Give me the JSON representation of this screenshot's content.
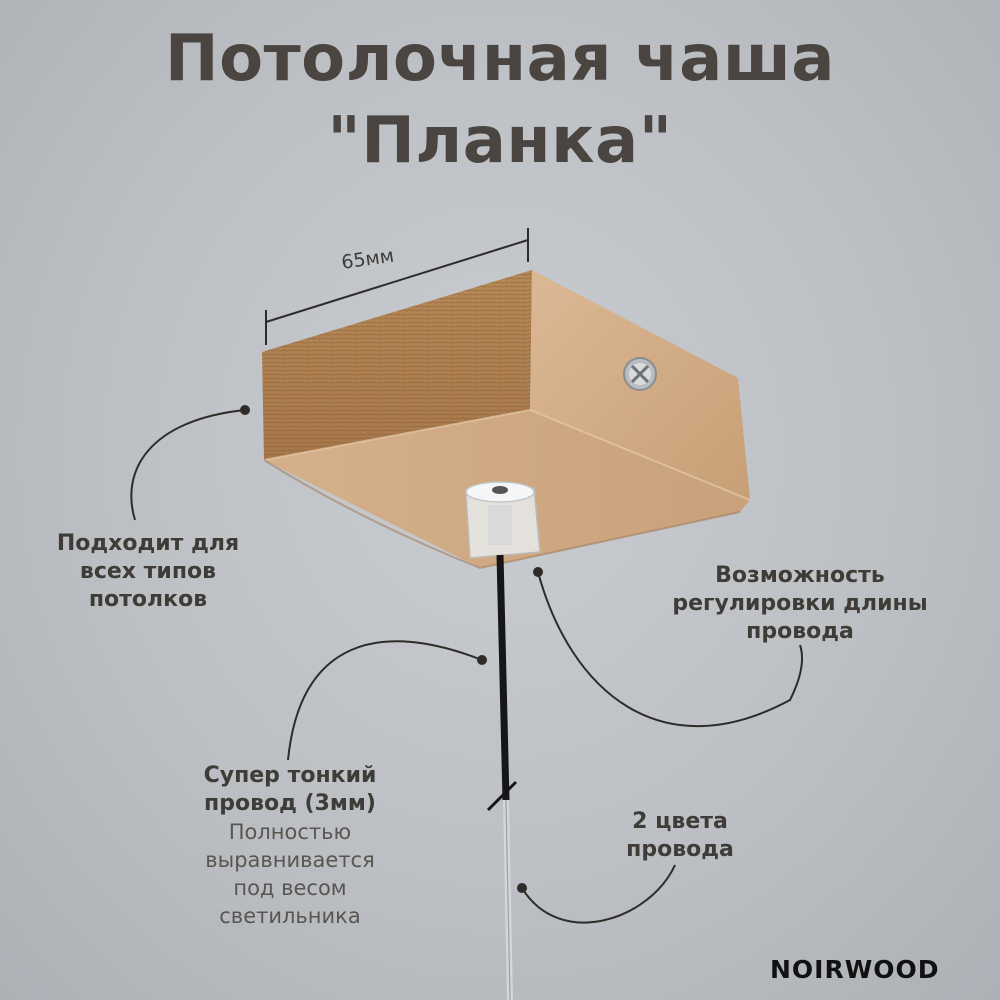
{
  "title": {
    "line1": "Потолочная чаша",
    "line2": "\"Планка\""
  },
  "dimension": "65мм",
  "labels": {
    "ceilings": [
      "Подходит для",
      "всех типов",
      "потолков"
    ],
    "adjust": [
      "Возможность",
      "регулировки длины",
      "провода"
    ],
    "wire": [
      "Супер тонкий",
      "провод (3мм)"
    ],
    "wire_sub": [
      "Полностью",
      "выравнивается",
      "под весом",
      "светильника"
    ],
    "colors": [
      "2 цвета",
      "провода"
    ]
  },
  "brand": "NOIRWOOD",
  "colors": {
    "wood": "#c59a6c",
    "wood_dark": "#8a6640",
    "cable_black": "#161616",
    "cable_clear": "#d4d6d8",
    "text": "#3f3b37"
  }
}
